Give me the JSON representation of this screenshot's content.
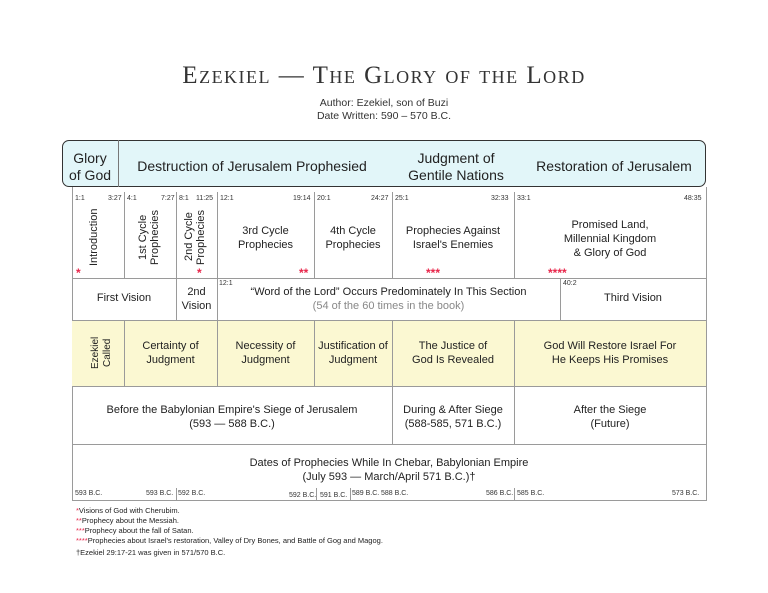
{
  "title": "Ezekiel — The Glory of the Lord",
  "author": "Author: Ezekiel, son of Buzi",
  "date_written": "Date Written:  590 – 570 B.C.",
  "header": {
    "glory": [
      "Glory",
      "of God"
    ],
    "destruction": "Destruction of Jerusalem Prophesied",
    "judgment": [
      "Judgment of",
      "Gentile Nations"
    ],
    "restoration": "Restoration of Jerusalem"
  },
  "refs": {
    "r1": "1:1",
    "r2": "3:27",
    "r3": "4:1",
    "r4": "7:27",
    "r5": "8:1",
    "r6": "11:25",
    "r7": "12:1",
    "r8": "19:14",
    "r9": "20:1",
    "r10": "24:27",
    "r11": "25:1",
    "r12": "32:33",
    "r13": "33:1",
    "r14": "48:35",
    "r15": "12:1",
    "r16": "40:2"
  },
  "sections": {
    "intro": "Introduction",
    "cycle1": [
      "1st Cycle",
      "Prophecies"
    ],
    "cycle2": [
      "2nd Cycle",
      "Prophecies"
    ],
    "cycle3": [
      "3rd Cycle",
      "Prophecies"
    ],
    "cycle4": [
      "4th Cycle",
      "Prophecies"
    ],
    "against": [
      "Prophecies Against",
      "Israel's Enemies"
    ],
    "promised": [
      "Promised Land,",
      "Millennial Kingdom",
      "& Glory of God"
    ]
  },
  "stars": {
    "s1": "*",
    "s2": "*",
    "s3": "**",
    "s4": "***",
    "s5": "****"
  },
  "visions": {
    "first": "First Vision",
    "second": [
      "2nd",
      "Vision"
    ],
    "word": "“Word of the Lord” Occurs Predominately In This Section",
    "word_sub": "(54 of the 60 times in the book)",
    "third": "Third Vision"
  },
  "themes": {
    "called": [
      "Ezekiel",
      "Called"
    ],
    "certainty": [
      "Certainty of",
      "Judgment"
    ],
    "necessity": [
      "Necessity of",
      "Judgment"
    ],
    "justification": [
      "Justification of",
      "Judgment"
    ],
    "justice": [
      "The Justice of",
      "God Is Revealed"
    ],
    "restore": [
      "God Will Restore Israel For",
      "He Keeps His Promises"
    ]
  },
  "sieges": {
    "before": [
      "Before the Babylonian Empire's Siege of Jerusalem",
      "(593 — 588 B.C.)"
    ],
    "during": [
      "During & After Siege",
      "(588-585, 571 B.C.)"
    ],
    "after": [
      "After the Siege",
      "(Future)"
    ]
  },
  "dates_title": [
    "Dates of Prophecies While In Chebar, Babylonian Empire",
    "(July 593 — March/April 571 B.C.)†"
  ],
  "dates": {
    "d1": "593 B.C.",
    "d2": "593 B.C.",
    "d3": "592 B.C.",
    "d4": "592 B.C.",
    "d5": "591 B.C.",
    "d6": "589 B.C.",
    "d7": "588 B.C.",
    "d8": "586 B.C.",
    "d9": "585 B.C.",
    "d10": "573 B.C."
  },
  "notes": {
    "n1s": "*",
    "n1": "Visions of God with Cherubim.",
    "n2s": "**",
    "n2": "Prophecy about the Messiah.",
    "n3s": "***",
    "n3": "Prophecy about the fall of Satan.",
    "n4s": "****",
    "n4": "Prophecies about Israel's restoration, Valley of Dry Bones, and Battle of Gog and Magog.",
    "n5s": "†",
    "n5": "Ezekiel 29:17-21 was given in 571/570 B.C."
  },
  "colors": {
    "band": "#e2f6f9",
    "yellow": "#fbf8d2",
    "star": "#e8274b"
  }
}
